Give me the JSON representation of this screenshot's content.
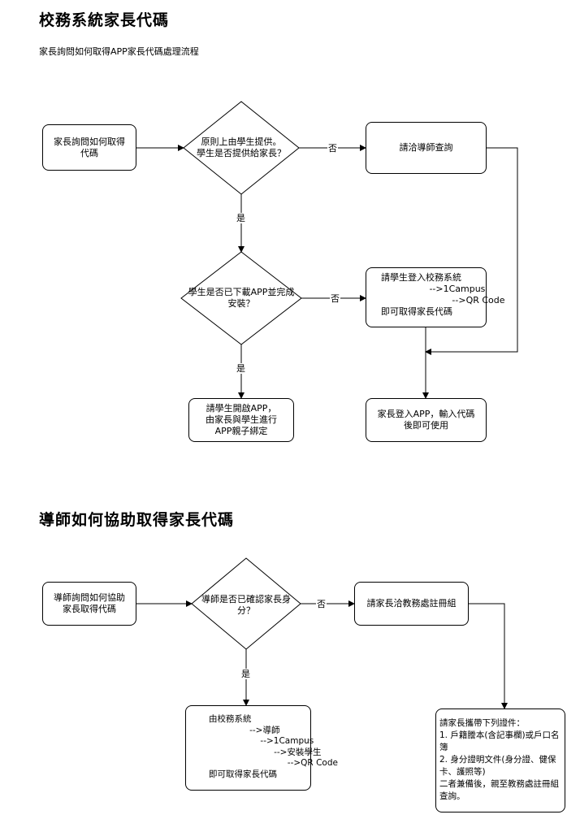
{
  "flow1": {
    "title": "校務系統家長代碼",
    "subtitle": "家長詢問如何取得APP家長代碼處理流程",
    "start": "家長詢問如何取得\n代碼",
    "decision1": "原則上由學生提供。\n學生是否提供給家長？",
    "no_label_1": "否",
    "ask_teacher": "請洽導師查詢",
    "yes_label_1": "是",
    "decision2": "學生是否已下載APP並完成\n安裝？",
    "no_label_2": "否",
    "student_login": "請學生登入校務系統\n                 -->1Campus\n                         -->QR Code\n即可取得家長代碼",
    "yes_label_2": "是",
    "bind": "請學生開啟APP，\n由家長與學生進行\nAPP親子綁定",
    "parent_login": "家長登入APP，輸入代碼\n後即可使用"
  },
  "flow2": {
    "title": "導師如何協助取得家長代碼",
    "start": "導師詢問如何協助\n家長取得代碼",
    "decision": "導師是否已確認家長身\n分？",
    "no_label": "否",
    "register": "請家長洽教務處註冊組",
    "yes_label": "是",
    "system": "由校務系統\n               -->導師\n                   -->1Campus\n                        -->安裝學生\n                             -->QR Code\n即可取得家長代碼",
    "documents": "請家長攜帶下列證件：\n1. 戶籍謄本(含記事欄)或戶口名簿\n2. 身分證明文件(身分證、健保卡、護照等)\n二者兼備後，親至教務處註冊組查詢。"
  }
}
